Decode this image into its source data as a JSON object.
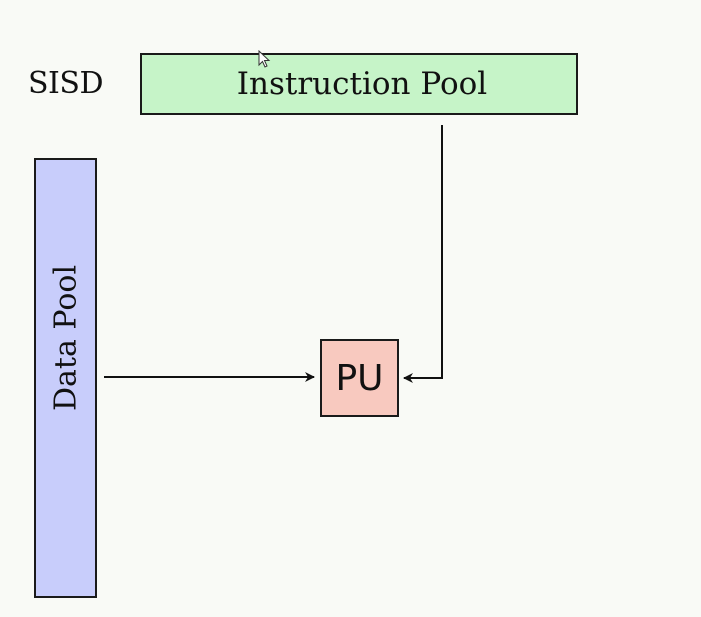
{
  "diagram": {
    "title": "SISD",
    "instruction_pool": "Instruction Pool",
    "data_pool": "Data Pool",
    "processing_unit": "PU"
  },
  "colors": {
    "instruction_pool_fill": "#c6f4c8",
    "data_pool_fill": "#c8cdfb",
    "processing_unit_fill": "#f8c9bf",
    "background": "#f9faf6"
  },
  "connections": [
    {
      "from": "instruction_pool",
      "to": "processing_unit"
    },
    {
      "from": "data_pool",
      "to": "processing_unit"
    }
  ]
}
